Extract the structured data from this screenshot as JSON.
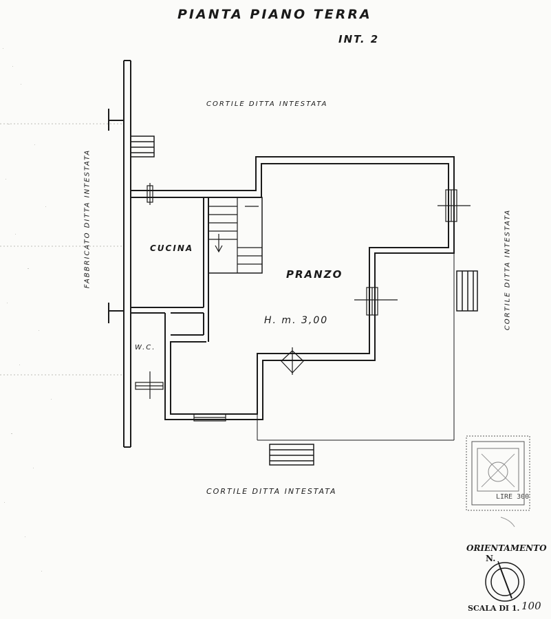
{
  "drawing": {
    "title": "PIANTA PIANO TERRA",
    "unit": "INT. 2"
  },
  "surroundings": {
    "courtyard_top": "CORTILE DITTA INTESTATA",
    "courtyard_bottom": "CORTILE DITTA INTESTATA",
    "building_left": "FABBRICATO DITTA INTESTATA",
    "courtyard_right": "CORTILE DITTA INTESTATA"
  },
  "rooms": {
    "kitchen": "CUCINA",
    "dining": "PRANZO",
    "height": "H. m. 3,00",
    "wc": "W.C."
  },
  "orientation": {
    "label": "ORIENTAMENTO",
    "north": "N."
  },
  "scale": {
    "label": "SCALA DI 1.",
    "value": "100"
  },
  "stamp": {
    "text": "LIRE 300"
  }
}
